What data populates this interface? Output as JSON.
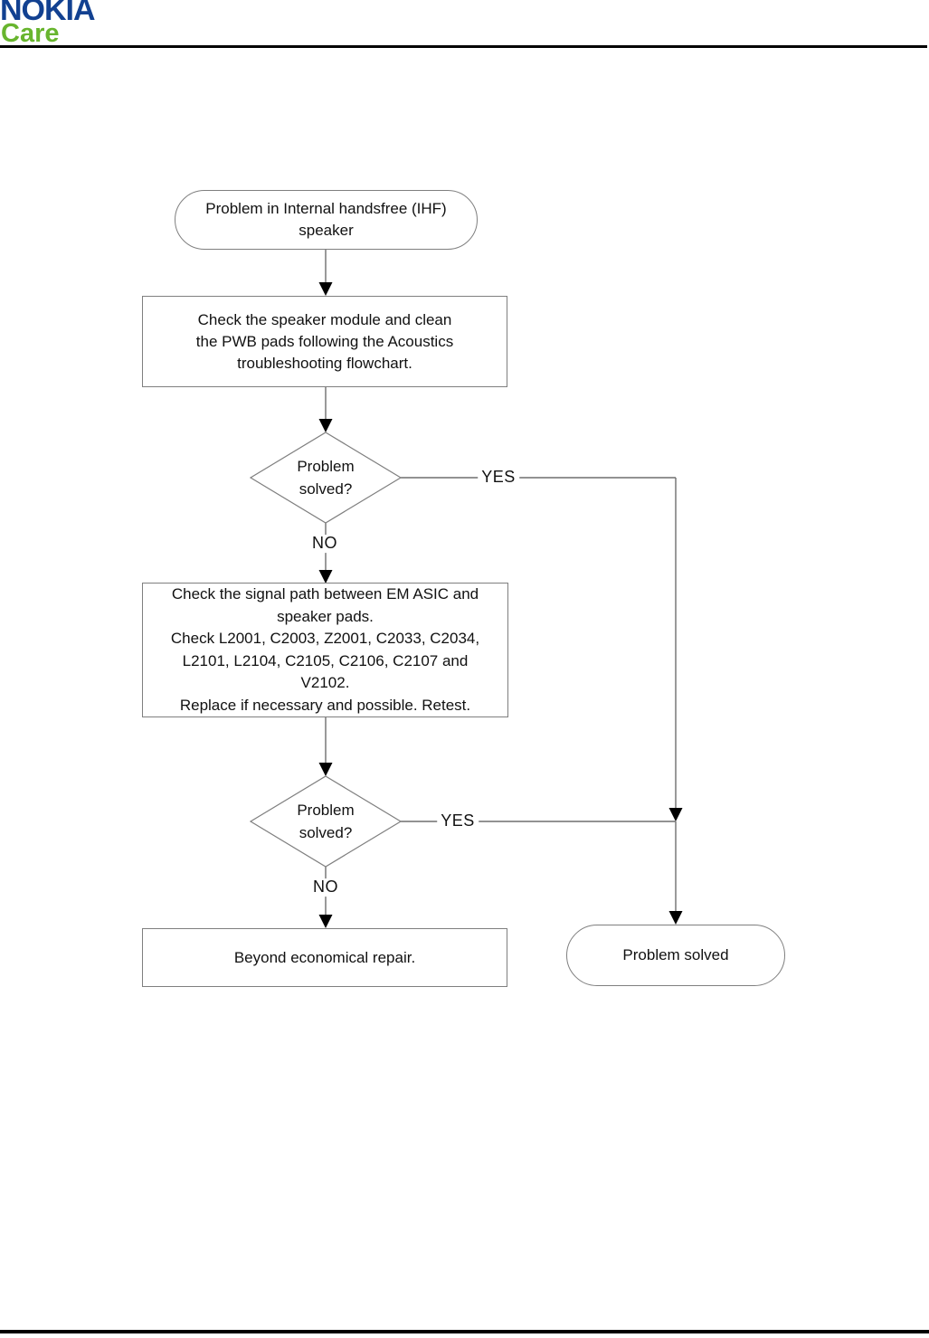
{
  "brand": {
    "logo": "NOKIA",
    "sub_logo": "Care",
    "logo_color": "#124191",
    "sub_logo_color": "#68b52e"
  },
  "colors": {
    "connector_line": "#6e6e6e",
    "shape_border": "#7f7f7f",
    "arrowhead": "#000000",
    "rule": "#000000",
    "text": "#111111"
  },
  "flowchart": {
    "start": {
      "label": "Problem in Internal handsfree (IHF)\nspeaker"
    },
    "step_check_speaker": {
      "label": "Check the speaker module and clean\nthe PWB pads following the Acoustics\ntroubleshooting flowchart."
    },
    "decision_1": {
      "label": "Problem\nsolved?",
      "yes_label": "YES",
      "no_label": "NO"
    },
    "step_check_signal_path": {
      "label": "Check the signal path between EM ASIC and\nspeaker pads.\nCheck L2001, C2003, Z2001, C2033, C2034,\nL2101, L2104, C2105, C2106, C2107 and\nV2102.\nReplace if necessary and possible. Retest."
    },
    "decision_2": {
      "label": "Problem\nsolved?",
      "yes_label": "YES",
      "no_label": "NO"
    },
    "end_beyond_repair": {
      "label": "Beyond economical repair."
    },
    "end_solved": {
      "label": "Problem solved"
    }
  }
}
